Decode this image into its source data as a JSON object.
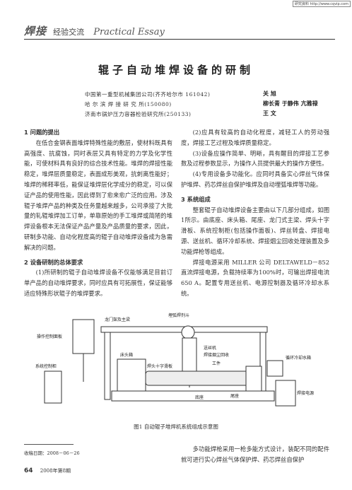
{
  "stamp": "研究資料 http://www.cqvip.com",
  "header": {
    "cn_logo": "焊接",
    "cn_section": "经验交流",
    "en_section": "Practical Essay"
  },
  "title": "辊子自动堆焊设备的研制",
  "affiliations": [
    {
      "org": "中国第一重型机械集团公司(齐齐哈尔市  161042)",
      "authors": "关    旭"
    },
    {
      "org": "哈  尔  滨  焊  接  研  究  所(150080)",
      "authors": "柳长青  于静伟  亢雅禄"
    },
    {
      "org": "济南市锅炉压力容器检验研究所(250133)",
      "authors": "王    文"
    }
  ],
  "left_col": {
    "sec1": "1  问题的提出",
    "p1": "在低合金钢表面堆焊特殊性能的敷层，使材料既具有高强度、抗腐蚀，同时表层又具有特定的力学及化学性能，可使材料具有良好的综合技术性能。堆焊的焊接性能稳定，堆焊层质量稳定，表面成形美观，抗刺离性能好；堆焊的稀释率低，能保证堆焊层化学成分的稳定，可以保证产品的使用性能，因此得到了愈来愈广泛的应用。涉及辊子堆焊产品的种类及任务量越来越多，公司承接了大批量的轧辊堆焊加工订单，单靠原始的手工堆焊或简陋的堆焊设备根本无法保证产品产量及产品质量的要求，因此，研制多功能、自动化程度高的辊子自动堆焊设备成为急需解决的问题。",
    "sec2": "2  设备研制的总体要求",
    "p2": "(1)所研制的辊子自动堆焊设备不仅能够满足目前订单产品的自动堆焊要求，同时应具有可拓展性，保证能够适应特殊形状辊子的堆焊要求。"
  },
  "right_col": {
    "p1": "(2)应具有较高的自动化程度，减轻工人的劳动强度，焊接工艺过程及堆焊质量稳定。",
    "p2": "(3)设备应操作简单、明晰，具有醒目的焊接工艺参数及过程参数显示，为操作人员提供最大的操作方便性。",
    "p3": "(4)专用设备多功能化。应同时具备实心焊丝气体保护堆焊、药芯焊丝自保护堆焊及自动埋弧堆焊等功能。",
    "sec3": "3  系统组成",
    "p4": "整套辊子自动堆焊设备主要由以下几部分组成，如图1所示。由底座、床头箱、尾座、龙门式主梁、焊头十字滑板、系统控制柜(包括操作面板)、焊丝转盘、焊接电源、送丝机、循环冷却系统、焊接烟尘回收处理装置及多功能焊枪等组成。",
    "p5": "焊接电源采用 MILLER 公司 DELTAWELD－852 直流焊接电源，负载持续率为100%时，可输出焊接电流650 A。配置专用送丝机、电源控制器及循环冷却水系统。"
  },
  "figure": {
    "caption": "图1   自动辊子堆焊机系统组成示意图",
    "labels": {
      "gantry": "龙门架及主梁",
      "flux": "埋弧焊剂斗",
      "panel": "操作控制面板",
      "headstock": "床头箱",
      "wire": "送丝机",
      "fume": "焊接烟尘回收",
      "slide": "焊头十字滑板",
      "work": "工件",
      "cabinet": "系统控制柜",
      "tail": "尾座",
      "base": "底座",
      "cooling": "循环冷却水箱",
      "power": "焊接电源"
    }
  },
  "received": "收稿日期：2008－06－26",
  "bottom_right": "多功能焊枪采用一枪多能方式设计，装配不同的配件就可进行实心焊丝气体保护焊、药芯焊丝自保护",
  "footer": {
    "page": "64",
    "issue": "2008年第8期"
  }
}
